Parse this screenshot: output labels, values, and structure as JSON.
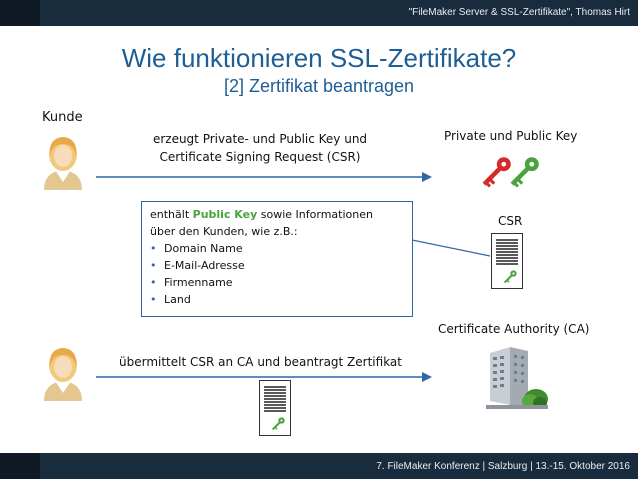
{
  "header": {
    "credit": "\"FileMaker Server & SSL-Zertifikate\", Thomas Hirt"
  },
  "footer": {
    "text": "7. FileMaker Konferenz | Salzburg | 13.-15. Oktober 2016"
  },
  "slide": {
    "title": "Wie funktionieren SSL-Zertifikate?",
    "subtitle": "[2] Zertifikat beantragen"
  },
  "labels": {
    "customer": "Kunde",
    "keys": "Private und Public Key",
    "csr": "CSR",
    "ca": "Certificate Authority (CA)"
  },
  "step1": {
    "line1": "erzeugt Private- und Public Key und",
    "line2": "Certificate Signing Request (CSR)"
  },
  "step2": {
    "text": "übermittelt CSR an CA und beantragt Zertifikat"
  },
  "info": {
    "prefix": "enthält ",
    "highlight": "Public Key",
    "suffix": " sowie Informationen",
    "line2": "über den Kunden, wie z.B.:",
    "bullets": [
      "Domain Name",
      "E-Mail-Adresse",
      "Firmenname",
      "Land"
    ]
  },
  "colors": {
    "title": "#1f5e94",
    "bar": "#192c3e",
    "arrow": "#2f66a8",
    "private_key": "#d42a2a",
    "public_key": "#4aa33d"
  },
  "icons": {
    "customer": "person-icon",
    "private_key": "red-key-icon",
    "public_key": "green-key-icon",
    "document": "document-icon",
    "building": "office-building-icon"
  }
}
